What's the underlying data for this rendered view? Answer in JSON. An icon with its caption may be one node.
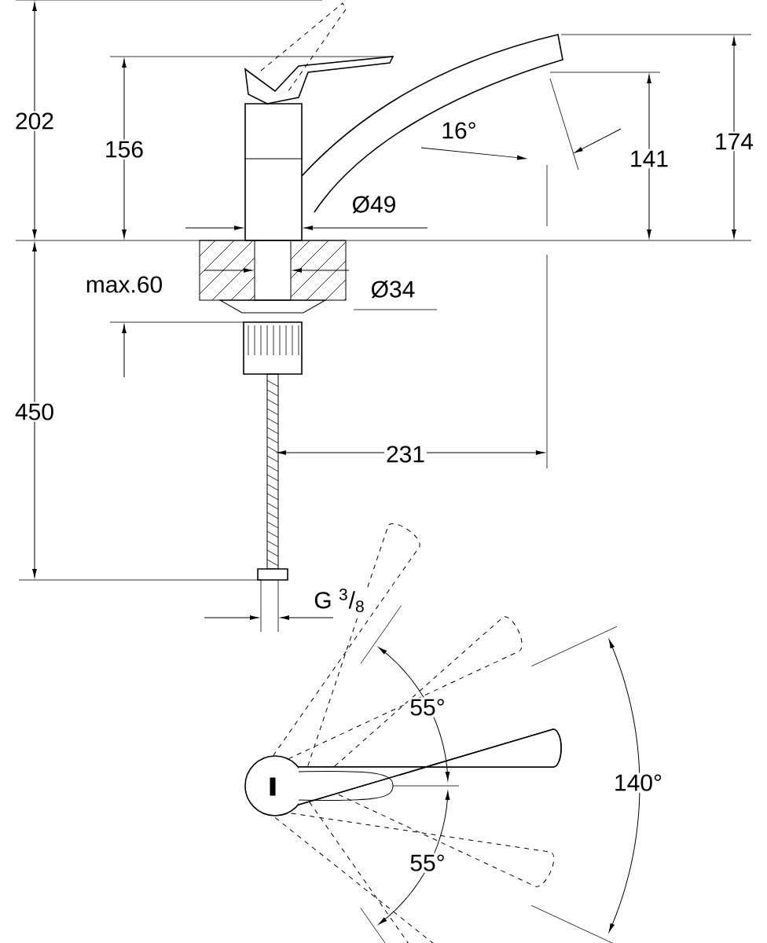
{
  "diagram": {
    "labels": [
      "202",
      "156",
      "16°",
      "141",
      "174",
      "Ø49",
      "max.60",
      "Ø34",
      "450",
      "231",
      "G $^{3}$/$_{8}$",
      "55°",
      "140°",
      "55°"
    ]
  }
}
